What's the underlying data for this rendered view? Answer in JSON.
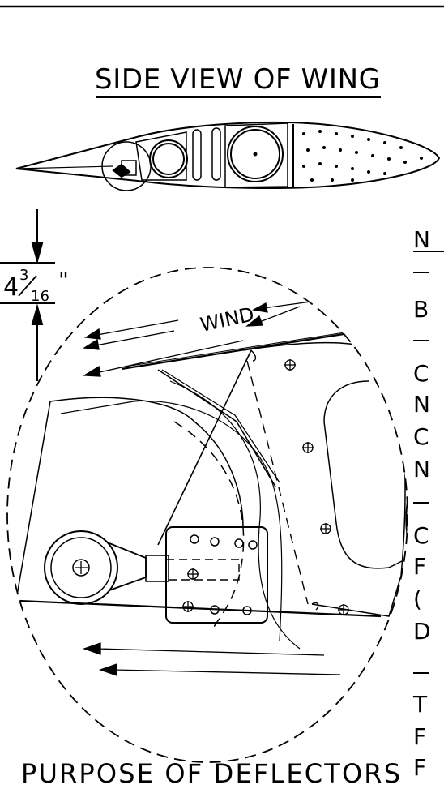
{
  "title": "SIDE VIEW OF WING",
  "caption": "PURPOSE OF DEFLECTORS",
  "wind_label": "WIND",
  "dimension": {
    "whole": "4",
    "num": "3",
    "den": "16",
    "unit": "\""
  },
  "notes_column": [
    "N",
    "B",
    "C",
    "N",
    "C",
    "N",
    "C",
    "F",
    "(",
    "D",
    "T",
    "F",
    "F"
  ],
  "colors": {
    "ink": "#000000",
    "paper": "#ffffff"
  }
}
